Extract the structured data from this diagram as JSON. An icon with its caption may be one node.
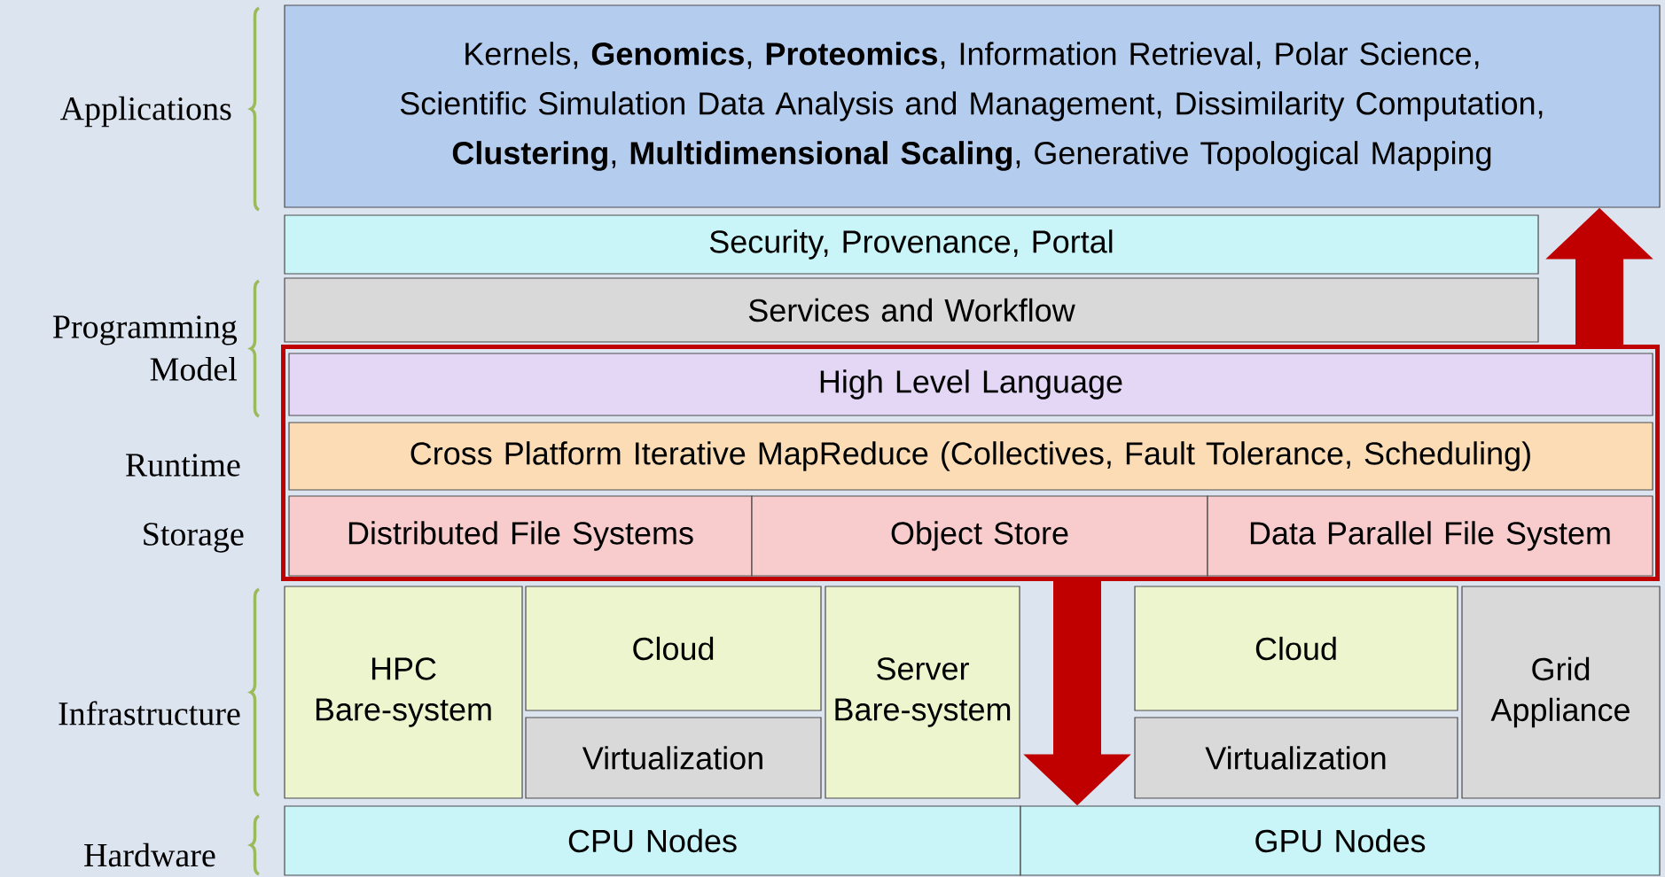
{
  "diagram": {
    "nodes": [
      {
        "text": [
          "Kernels, **Genomics**, **Proteomics**, Information Retrieval, Polar Science, Scientific Simulation Data Analysis and Management, Dissimilarity Computation, **Clustering**, **Multidimensional Scaling**, Generative Topological Mapping"
        ]
      },
      {
        "text": [
          "Security, Provenance, Portal"
        ]
      },
      {
        "text": [
          "Services and Workflow"
        ]
      },
      {
        "text": [],
        "shape": "box"
      },
      {
        "text": [
          "High Level Language"
        ],
        "in": 3
      },
      {
        "text": [
          "Cross Platform Iterative MapReduce (Collectives, Fault Tolerance, Scheduling)"
        ],
        "in": 3
      },
      {
        "text": [
          "Distributed File Systems"
        ],
        "in": 3
      },
      {
        "text": [
          "Object Store"
        ],
        "in": 3
      },
      {
        "text": [
          "Data Parallel File System"
        ],
        "in": 3
      },
      {
        "text": [
          "HPC Bare-system"
        ]
      },
      {
        "text": [
          "Cloud"
        ]
      },
      {
        "text": [
          "Server Bare-system"
        ]
      },
      {
        "text": [
          "Cloud"
        ]
      },
      {
        "text": [
          "Grid Appliance"
        ]
      },
      {
        "text": [
          "Virtualization"
        ]
      },
      {
        "text": [
          "Virtualization"
        ]
      },
      {
        "text": [
          "CPU Nodes"
        ]
      },
      {
        "text": [
          "GPU Nodes"
        ]
      }
    ],
    "edges": [
      {
        "from": 3,
        "to": 0,
        "arrow": "to"
      },
      {
        "from": 3,
        "to": 17,
        "arrow": "to"
      }
    ],
    "labels": [
      "Applications",
      "Programming Model",
      "Runtime",
      "Storage",
      "Infrastructure",
      "Hardware"
    ]
  }
}
